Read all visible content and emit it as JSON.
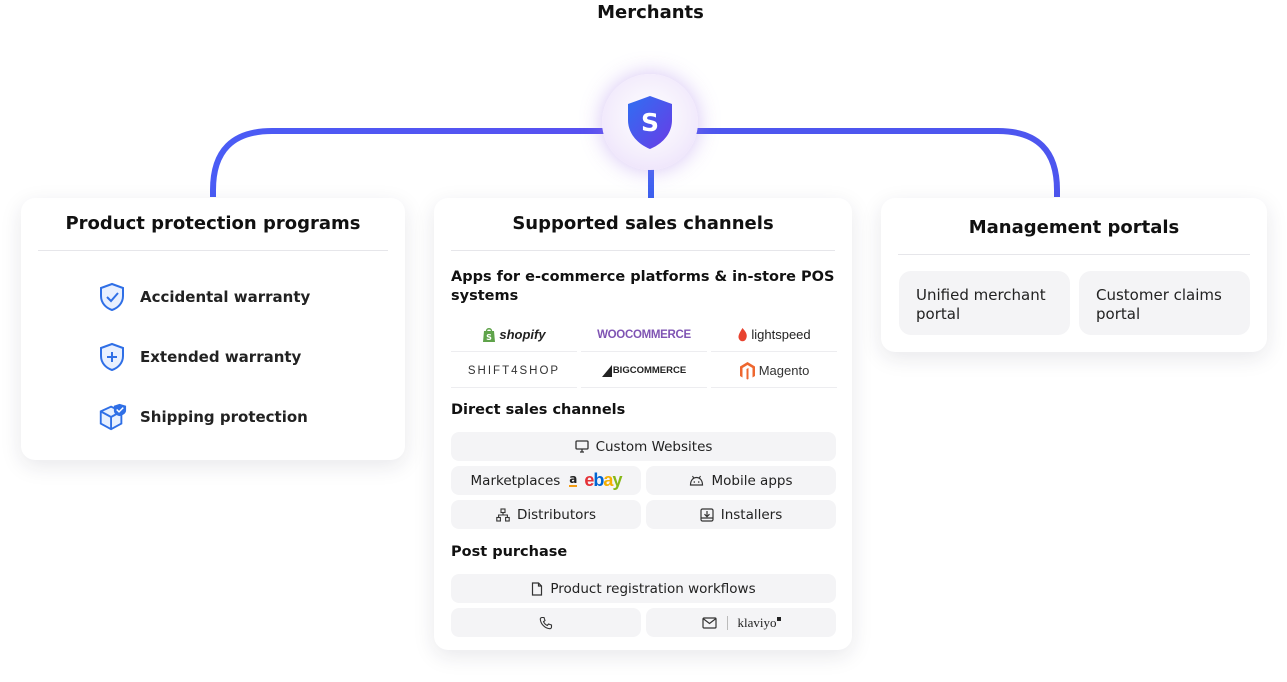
{
  "root": {
    "title": "Merchants",
    "hub_letter": "S"
  },
  "colors": {
    "line_left": "#4f5bef",
    "line_top": "#8b2be2",
    "shield": "#3b5bf0",
    "icon_blue": "#2f6fe6"
  },
  "cards": {
    "programs": {
      "title": "Product protection programs",
      "items": [
        {
          "label": "Accidental warranty",
          "icon": "shield-check-icon"
        },
        {
          "label": "Extended warranty",
          "icon": "shield-plus-icon"
        },
        {
          "label": "Shipping protection",
          "icon": "box-shield-icon"
        }
      ]
    },
    "channels": {
      "title": "Supported sales channels",
      "apps_heading": "Apps for e-commerce platforms & in-store POS systems",
      "platforms": [
        "shopify",
        "WOOCOMMERCE",
        "lightspeed",
        "SHIFT4SHOP",
        "BIGCOMMERCE",
        "Magento"
      ],
      "direct_heading": "Direct sales channels",
      "direct": {
        "custom_websites": "Custom Websites",
        "marketplaces": "Marketplaces",
        "amazon_glyph": "a",
        "ebay": "ebay",
        "mobile_apps": "Mobile apps",
        "distributors": "Distributors",
        "installers": "Installers"
      },
      "post_heading": "Post purchase",
      "post": {
        "registration": "Product registration workflows",
        "klaviyo": "klaviyo"
      }
    },
    "portals": {
      "title": "Management portals",
      "items": [
        "Unified merchant portal",
        "Customer claims portal"
      ]
    }
  }
}
